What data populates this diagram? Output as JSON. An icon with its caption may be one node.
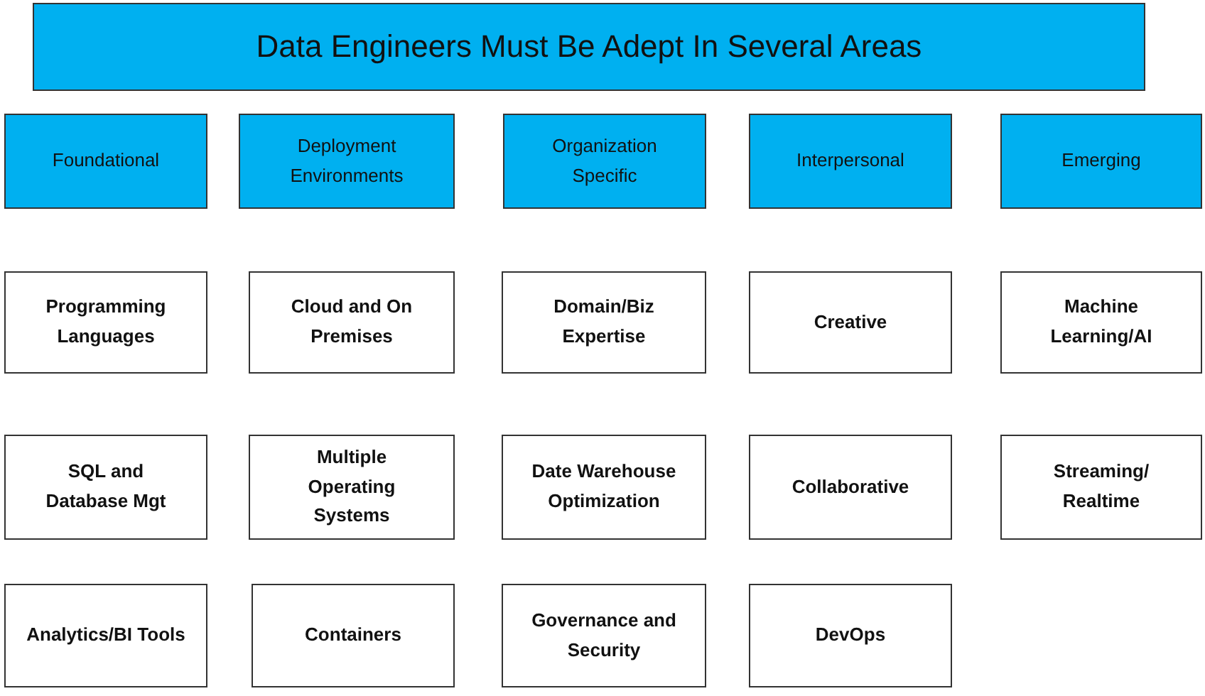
{
  "diagram": {
    "title": "Data Engineers Must Be Adept In Several Areas",
    "nodes": [
      {
        "text": [
          "Foundational"
        ]
      },
      {
        "text": [
          "Deployment Environments"
        ]
      },
      {
        "text": [
          "Organization Specific"
        ]
      },
      {
        "text": [
          "Interpersonal"
        ]
      },
      {
        "text": [
          "Emerging"
        ]
      },
      {
        "text": [
          "Programming Languages"
        ]
      },
      {
        "text": [
          "Cloud and On Premises"
        ]
      },
      {
        "text": [
          "Domain/Biz Expertise"
        ]
      },
      {
        "text": [
          "Creative"
        ]
      },
      {
        "text": [
          "Machine Learning/AI"
        ]
      },
      {
        "text": [
          "SQL and Database Mgt"
        ]
      },
      {
        "text": [
          "Multiple Operating Systems"
        ]
      },
      {
        "text": [
          "Date Warehouse Optimization"
        ]
      },
      {
        "text": [
          "Collaborative"
        ]
      },
      {
        "text": [
          "Streaming/ Realtime"
        ]
      },
      {
        "text": [
          "Analytics/BI Tools"
        ]
      },
      {
        "text": [
          "Containers"
        ]
      },
      {
        "text": [
          "Governance and Security"
        ]
      },
      {
        "text": [
          "DevOps"
        ]
      }
    ]
  }
}
